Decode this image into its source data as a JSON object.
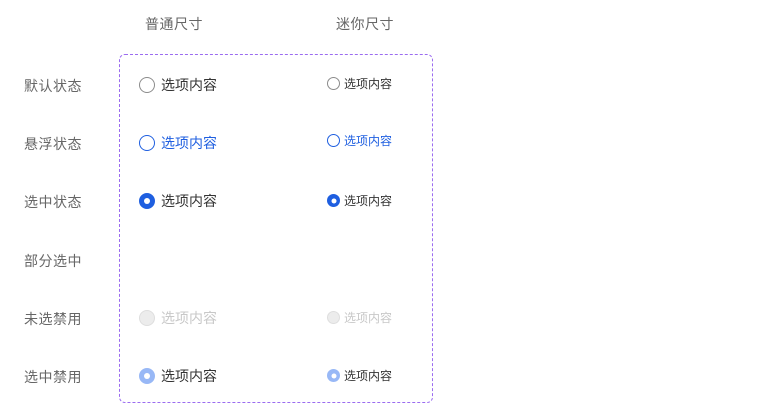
{
  "columns": {
    "normal": "普通尺寸",
    "mini": "迷你尺寸"
  },
  "rows": {
    "default": "默认状态",
    "hover": "悬浮状态",
    "checked": "选中状态",
    "partial": "部分选中",
    "unchecked_disabled": "未选禁用",
    "checked_disabled": "选中禁用"
  },
  "radio_label": "选项内容",
  "colors": {
    "primary": "#1f5fe0",
    "frame_border": "#9b6cf0",
    "disabled_fill": "#ececec",
    "checked_disabled_fill": "#98b8f6"
  }
}
